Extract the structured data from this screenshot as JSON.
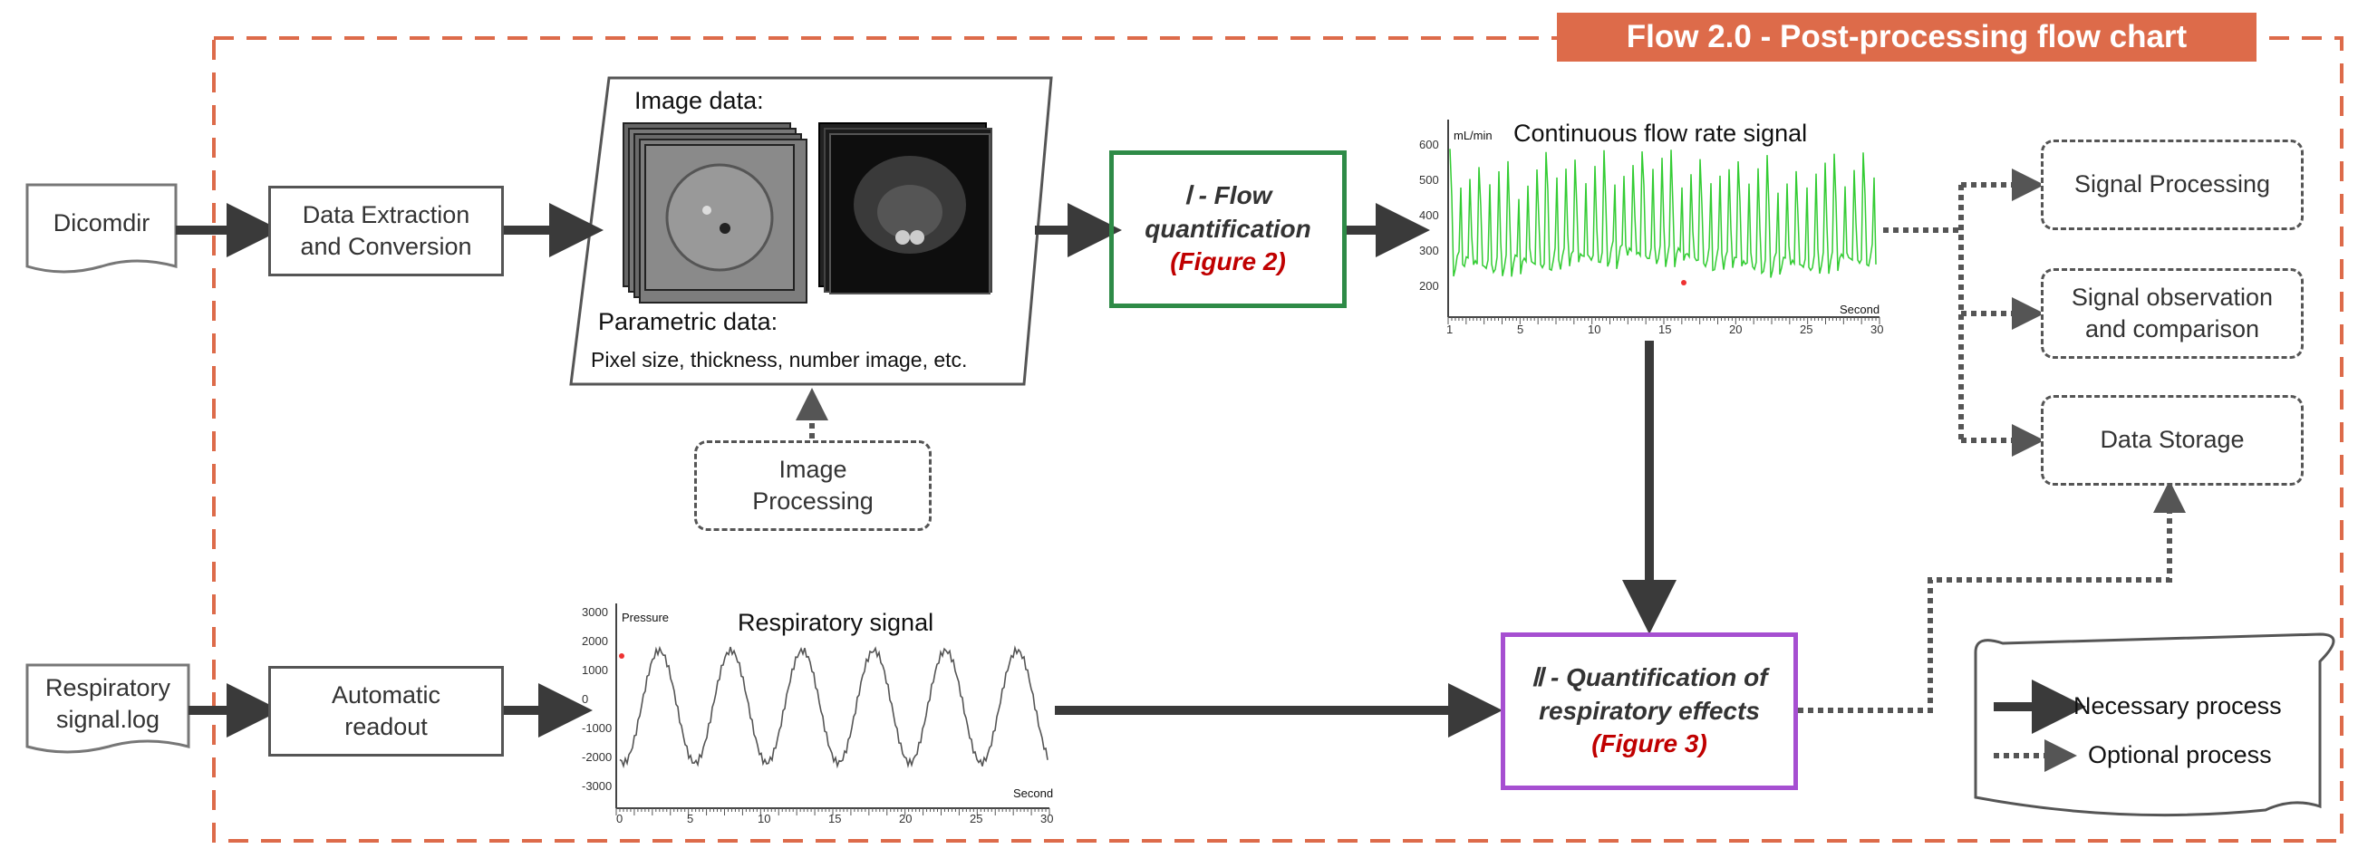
{
  "title": "Flow 2.0 - Post-processing flow chart",
  "inputs": {
    "dicomdir": "Dicomdir",
    "respiratory_log": "Respiratory signal.log"
  },
  "boxes": {
    "data_extraction": "Data Extraction and Conversion",
    "automatic_readout": "Automatic readout",
    "image_processing": "Image Processing",
    "signal_processing": "Signal Processing",
    "signal_observation": "Signal observation and comparison",
    "data_storage": "Data Storage"
  },
  "image_panel": {
    "image_data_label": "Image data:",
    "parametric_label": "Parametric data:",
    "parametric_detail": "Pixel size, thickness, number image, etc."
  },
  "flow_box": {
    "numeral": "Ⅰ",
    "line1": "- Flow",
    "line2": "quantification",
    "figure": "(Figure 2)"
  },
  "resp_box": {
    "numeral": "Ⅱ",
    "line1": "- Quantification of",
    "line2": "respiratory effects",
    "figure": "(Figure 3)"
  },
  "legend": {
    "necessary": "Necessary process",
    "optional": "Optional process"
  },
  "colors": {
    "accent": "#dd6b4a",
    "flow_box_border": "#2e8b47",
    "resp_box_border": "#a64fd1",
    "figure_ref": "#c00000",
    "flow_signal": "#33cc33"
  },
  "flow_chart": {
    "title": "Continuous flow rate signal",
    "y_unit": "mL/min",
    "x_unit": "Second",
    "y_ticks": [
      "600",
      "500",
      "400",
      "300",
      "200"
    ],
    "x_ticks": [
      "1",
      "5",
      "10",
      "15",
      "20",
      "25",
      "30"
    ]
  },
  "resp_chart": {
    "title": "Respiratory signal",
    "y_unit": "Pressure",
    "x_unit": "Second",
    "y_ticks": [
      "3000",
      "2000",
      "1000",
      "0",
      "-1000",
      "-2000",
      "-3000"
    ],
    "x_ticks": [
      "0",
      "5",
      "10",
      "15",
      "20",
      "25",
      "30"
    ]
  }
}
